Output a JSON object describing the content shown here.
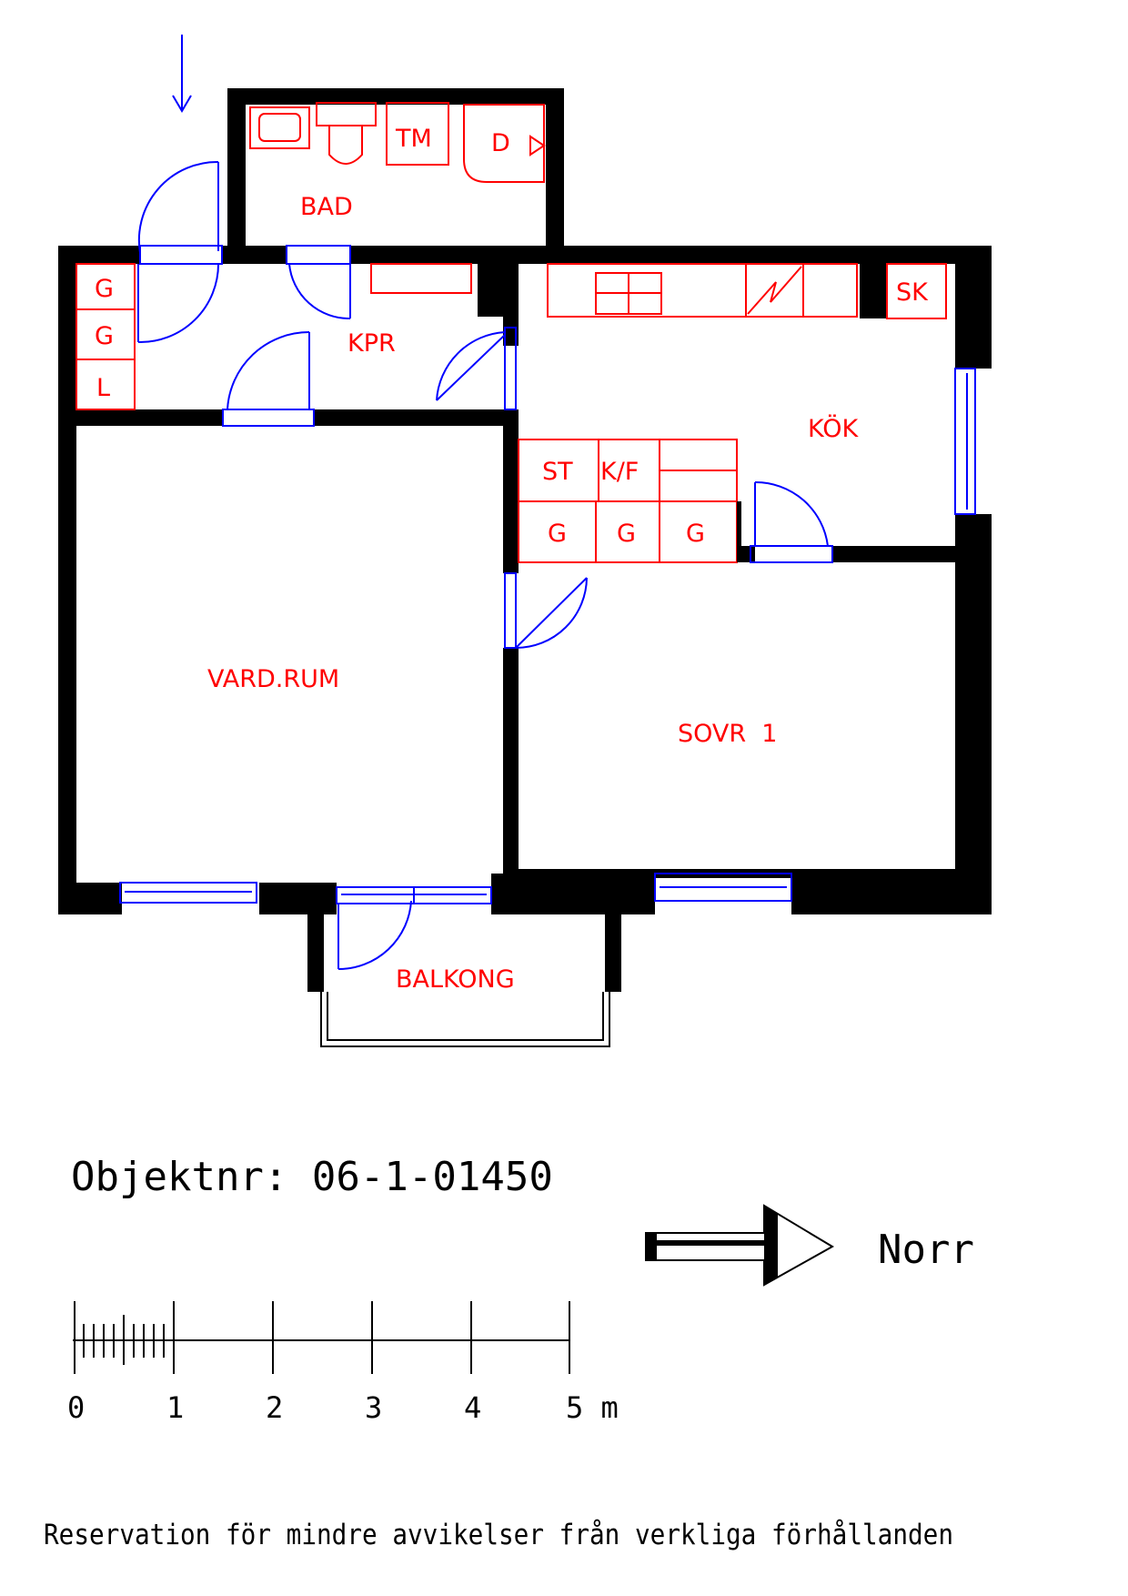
{
  "colors": {
    "wall": "#000000",
    "label": "#ff0000",
    "door": "#0000ff"
  },
  "rooms": {
    "bad": "BAD",
    "kpr": "KPR",
    "kok": "KÖK",
    "vardrum": "VARD.RUM",
    "sovr": "SOVR  1",
    "balkong": "BALKONG"
  },
  "fixtures": {
    "tm": "TM",
    "d": "D",
    "sk": "SK",
    "st": "ST",
    "kf": "K/F",
    "g": "G",
    "l": "L"
  },
  "object_number": "Objektnr: 06-1-01450",
  "north_label": "Norr",
  "scale": {
    "ticks": [
      "0",
      "1",
      "2",
      "3",
      "4",
      "5 m"
    ]
  },
  "disclaimer": "Reservation för mindre avvikelser från verkliga förhållanden"
}
